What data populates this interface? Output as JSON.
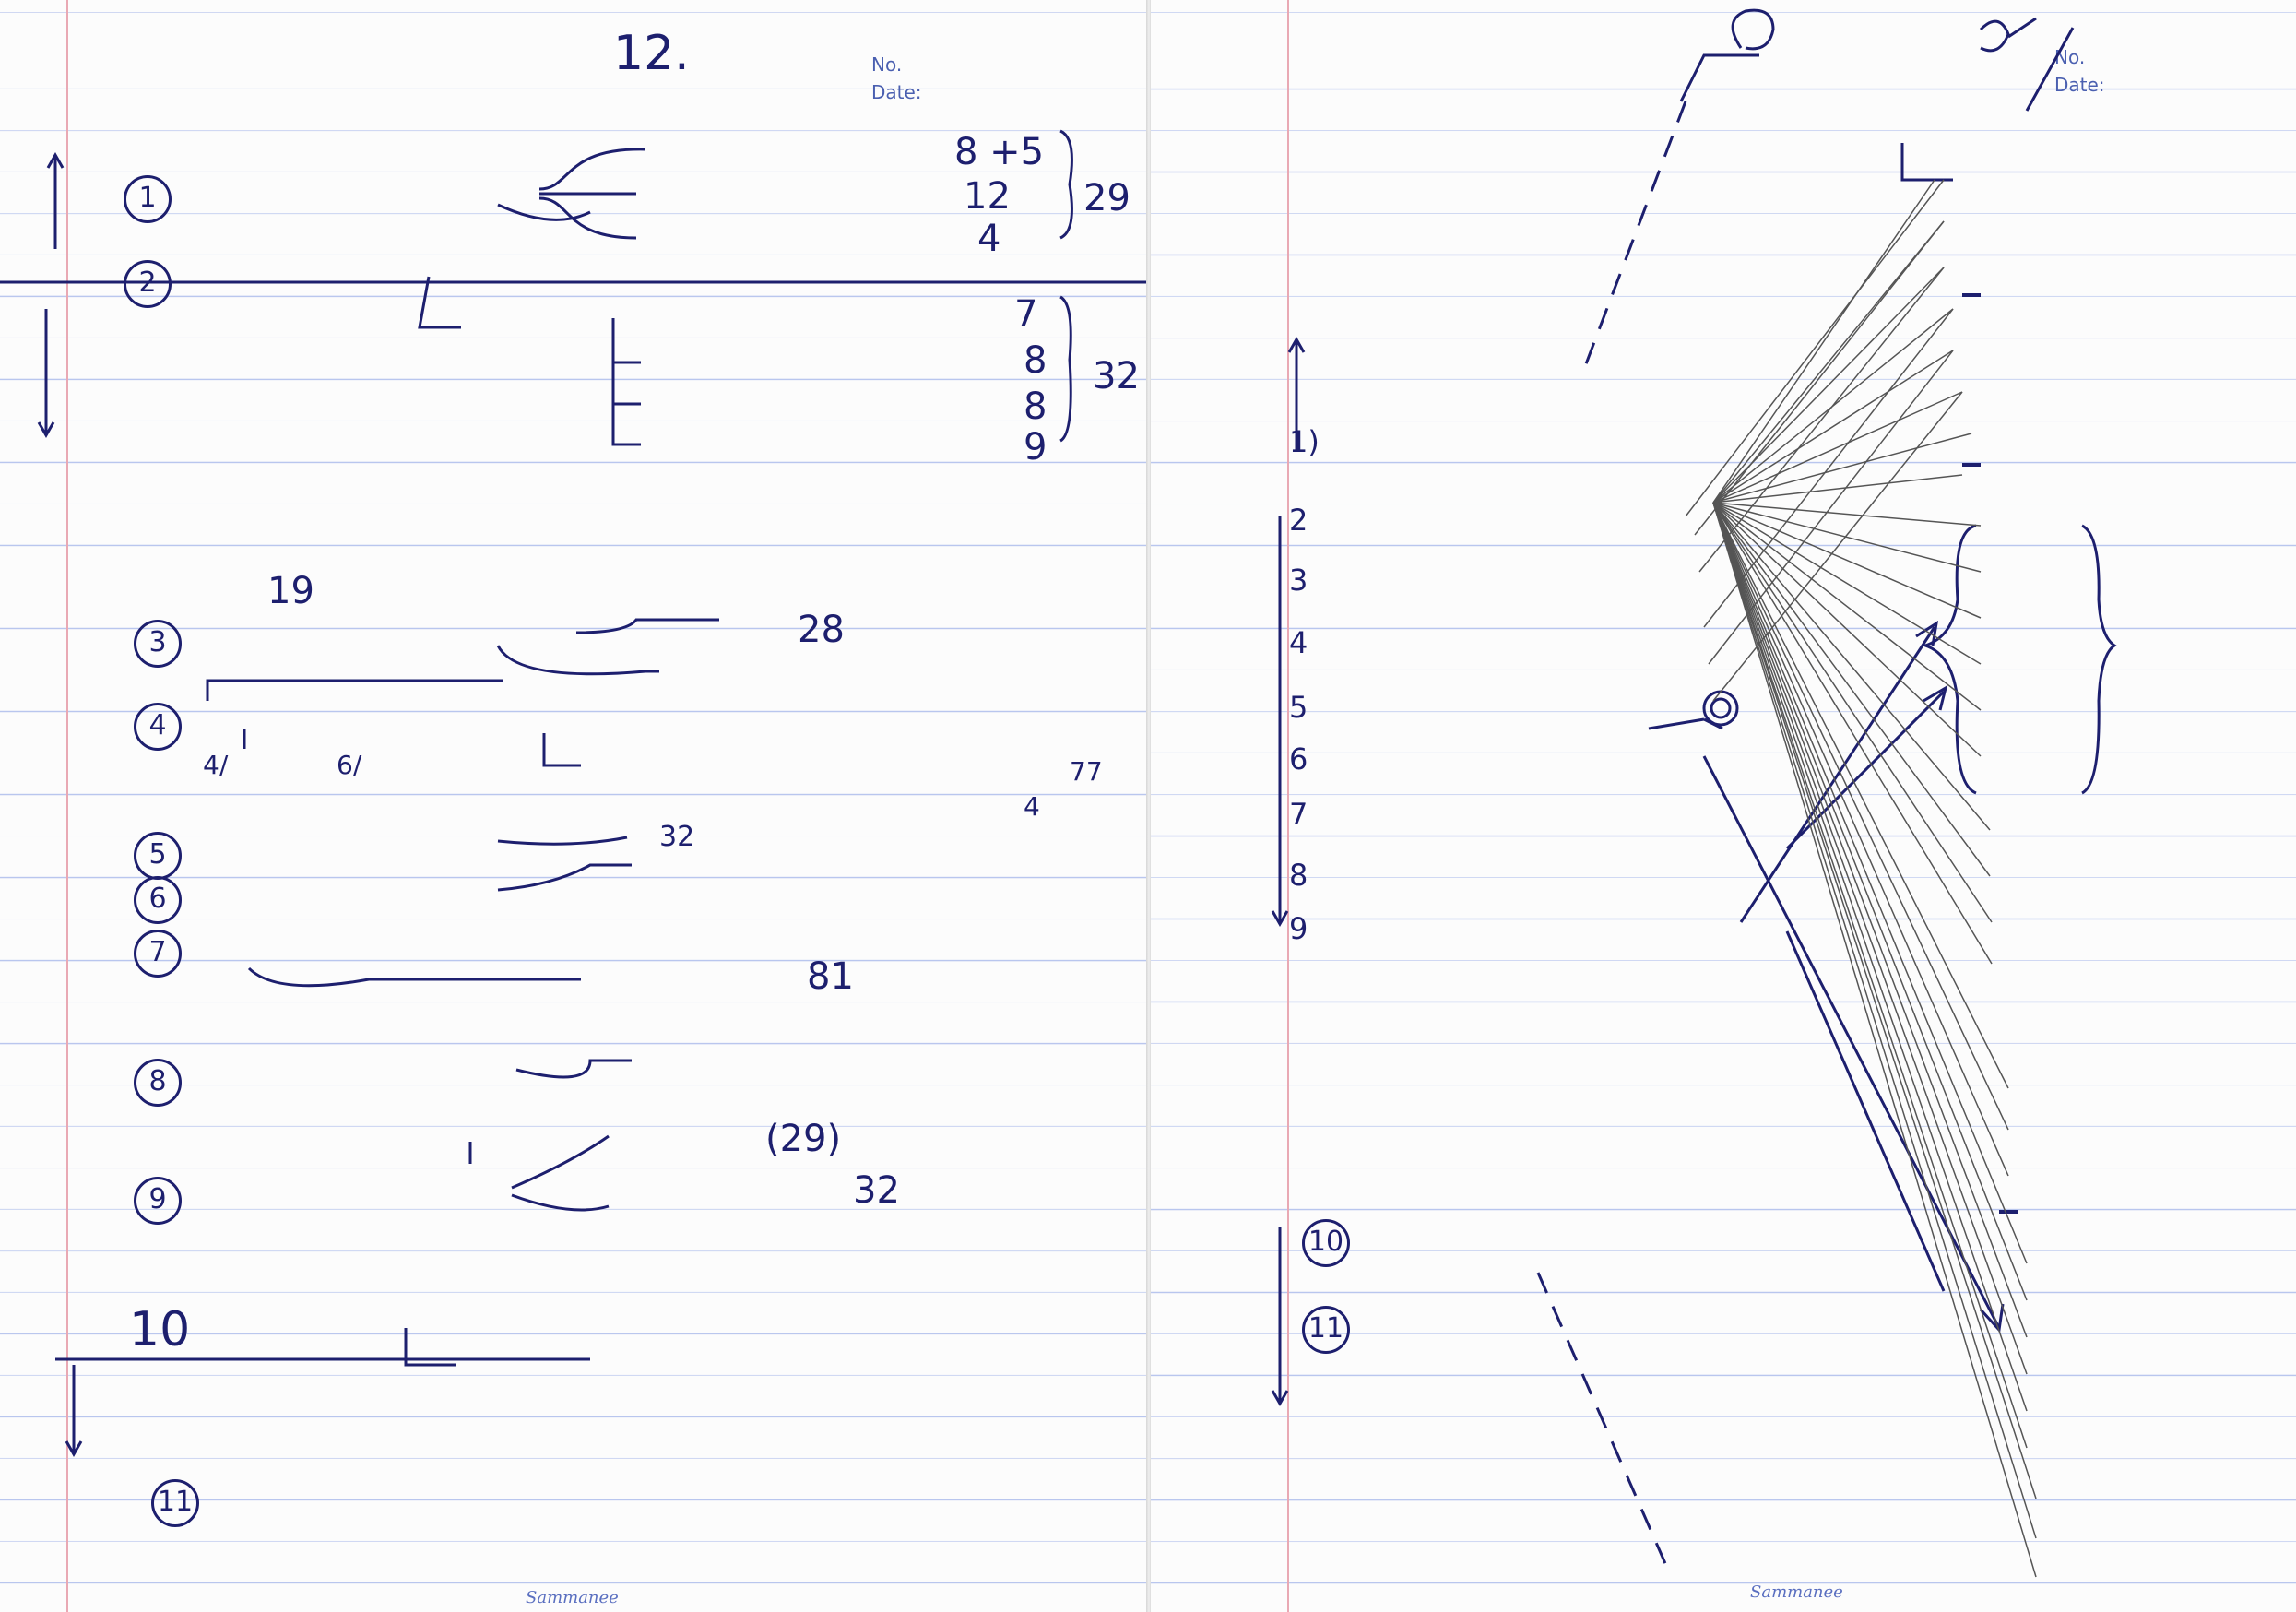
{
  "left_page": {
    "header": {
      "subject": "",
      "page_no": "12.",
      "title": "",
      "no_label": "No.",
      "date_label": "Date:"
    },
    "vertical_labels": [
      "",
      "",
      ""
    ],
    "link1": {
      "num": "1",
      "text": "",
      "branches": [
        {
          "text": "",
          "value": "8 +5"
        },
        {
          "text": "",
          "value": "12"
        },
        {
          "text": "",
          "value": "4"
        }
      ],
      "total": "29"
    },
    "side_note": "",
    "link2": {
      "num": "2",
      "text": "",
      "note": ""
    },
    "vinnana": {
      "label": "",
      "branches": [
        {
          "text": "",
          "value": "7"
        },
        {
          "text": "",
          "value": "8"
        },
        {
          "text": "",
          "value": "8"
        },
        {
          "text": "",
          "value": "9"
        }
      ],
      "total": "32",
      "total_note": ""
    },
    "paragraph": {
      "line1": "",
      "line2": "",
      "line3_text": "",
      "line3_num": "19"
    },
    "link3": {
      "num": "3",
      "text": "",
      "branch1": "",
      "branch1_num": "28",
      "branch2": ""
    },
    "link4": {
      "num": "4",
      "text": "",
      "left_note": "",
      "left_num": "4/",
      "left_num2": "6/",
      "right_note": "",
      "right_note2": "",
      "right_num": "77",
      "right_num2": "4"
    },
    "link5": {
      "num": "5",
      "text": "",
      "note": "",
      "note_num": "32"
    },
    "link6": {
      "num": "6",
      "text": "",
      "note": ""
    },
    "link7": {
      "num": "7",
      "text": "",
      "note": "",
      "note_num": "81"
    },
    "link8": {
      "num": "8",
      "text": "",
      "note": ""
    },
    "link9": {
      "num": "9",
      "text": "",
      "above": "",
      "branch1": "",
      "branch1_num": "(29)",
      "branch2": "",
      "branch2_num": "32",
      "star_note": ""
    },
    "link10": {
      "num": "10",
      "text": "",
      "branch": "",
      "note": "",
      "star_note": ""
    },
    "link11": {
      "num": "11",
      "text": ""
    },
    "footer": "Sammanee"
  },
  "right_page": {
    "header": {
      "no_label": "No.",
      "date_label": "Date:"
    },
    "past_label": "",
    "chain": [
      {
        "num": "1",
        "text": ""
      },
      {
        "num": "2",
        "text": ""
      },
      {
        "num": "3",
        "text": ""
      },
      {
        "num": "4",
        "text": ""
      },
      {
        "num": "5",
        "text": ""
      },
      {
        "num": "6",
        "text": ""
      },
      {
        "num": "7",
        "text": ""
      },
      {
        "num": "8",
        "text": ""
      },
      {
        "num": "9",
        "text": ""
      }
    ],
    "star_note": "",
    "present_label": "",
    "link10": {
      "num": "10",
      "text": ""
    },
    "link11": {
      "num": "11",
      "text": ""
    },
    "future_label": "",
    "diagram_note": [
      "",
      "",
      "",
      "",
      ""
    ],
    "right_list_top": [
      "",
      "",
      "",
      "",
      "",
      "",
      ""
    ],
    "boxed_label": "",
    "boxed_note": "",
    "javana_top": [
      "",
      "",
      "",
      "",
      "",
      "",
      ""
    ],
    "karma_label": "",
    "right_list_mid": [
      "",
      "",
      "",
      "",
      "",
      "",
      ""
    ],
    "boxed_label2": "",
    "javana_bottom": [
      "",
      "",
      "",
      "",
      "",
      "",
      ""
    ],
    "right_list_bottom": [
      "",
      "",
      ""
    ],
    "footer": "Sammanee"
  }
}
